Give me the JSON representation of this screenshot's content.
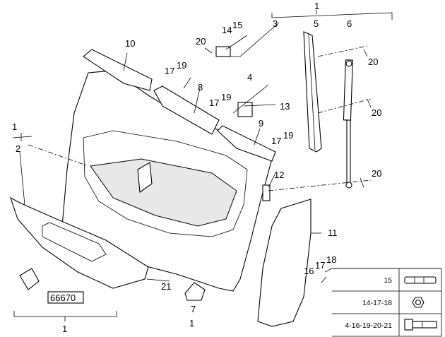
{
  "labels": {
    "top_assembly": "1",
    "rail_5": "5",
    "strut_6": "6",
    "clip_3": "3",
    "bolt_14": "14",
    "bolt_15": "15",
    "nut_20a": "20",
    "trim_10": "10",
    "ref_17a": "17",
    "ref_19a": "19",
    "trim_8": "8",
    "clip_4": "4",
    "ref_17b": "17",
    "ref_19b": "19",
    "clip_13": "13",
    "trim_9": "9",
    "ref_17c": "17",
    "ref_19c": "19",
    "ref_20b": "20",
    "ref_20c": "20",
    "ref_20d": "20",
    "clip_12": "12",
    "cover_11": "11",
    "ref_16": "16",
    "ref_17d": "17",
    "ref_18": "18",
    "left_assembly": "1",
    "panel_2": "2",
    "ref_21": "21",
    "cap_7": "7",
    "bottom_assembly": "1",
    "part_number": "66670"
  },
  "legend_table": [
    {
      "refs": "15",
      "icon": "stud-icon"
    },
    {
      "refs": "14-17-18",
      "icon": "hex-nut-icon"
    },
    {
      "refs": "4-16-19-20-21",
      "icon": "hex-bolt-icon"
    }
  ]
}
